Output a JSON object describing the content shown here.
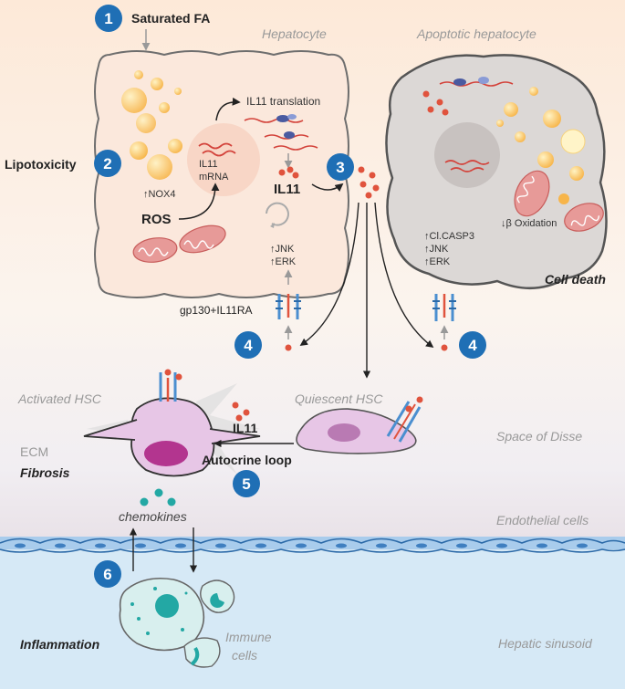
{
  "steps": {
    "s1": "1",
    "s2": "2",
    "s3": "3",
    "s4a": "4",
    "s4b": "4",
    "s5": "5",
    "s6": "6"
  },
  "labels": {
    "saturated_fa": "Saturated FA",
    "hepatocyte": "Hepatocyte",
    "apoptotic_hepatocyte": "Apoptotic hepatocyte",
    "il11_translation": "IL11 translation",
    "il11_mrna_line1": "IL11",
    "il11_mrna_line2": "mRNA",
    "lipotoxicity": "Lipotoxicity",
    "nox4": "NOX4",
    "ros": "ROS",
    "il11_main": "IL11",
    "jnk": "JNK",
    "erk": "ERK",
    "gp130": "gp130+IL11RA",
    "cl_casp3": "Cl.CASP3",
    "jnk2": "JNK",
    "erk2": "ERK",
    "beta_oxidation": "β Oxidation",
    "cell_death": "Cell death",
    "activated_hsc": "Activated HSC",
    "quiescent_hsc": "Quiescent HSC",
    "il11_autocrine": "IL11",
    "autocrine_loop": "Autocrine loop",
    "ecm": "ECM",
    "fibrosis": "Fibrosis",
    "space_of_disse": "Space of Disse",
    "chemokines": "chemokines",
    "endothelial_cells": "Endothelial cells",
    "inflammation": "Inflammation",
    "immune_line1": "Immune",
    "immune_line2": "cells",
    "hepatic_sinusoid": "Hepatic sinusoid"
  },
  "colors": {
    "badge_blue": "#1f6fb5",
    "il11_red": "#e0533d",
    "hsc_pink": "#e7c6e6",
    "hsc_nucleus": "#b3358f",
    "immune_teal": "#23a8a4",
    "receptor_blue": "#4b8fd0",
    "sinusoid_blue": "#cfe6f5",
    "lipid_orange": "#f7b54a"
  }
}
